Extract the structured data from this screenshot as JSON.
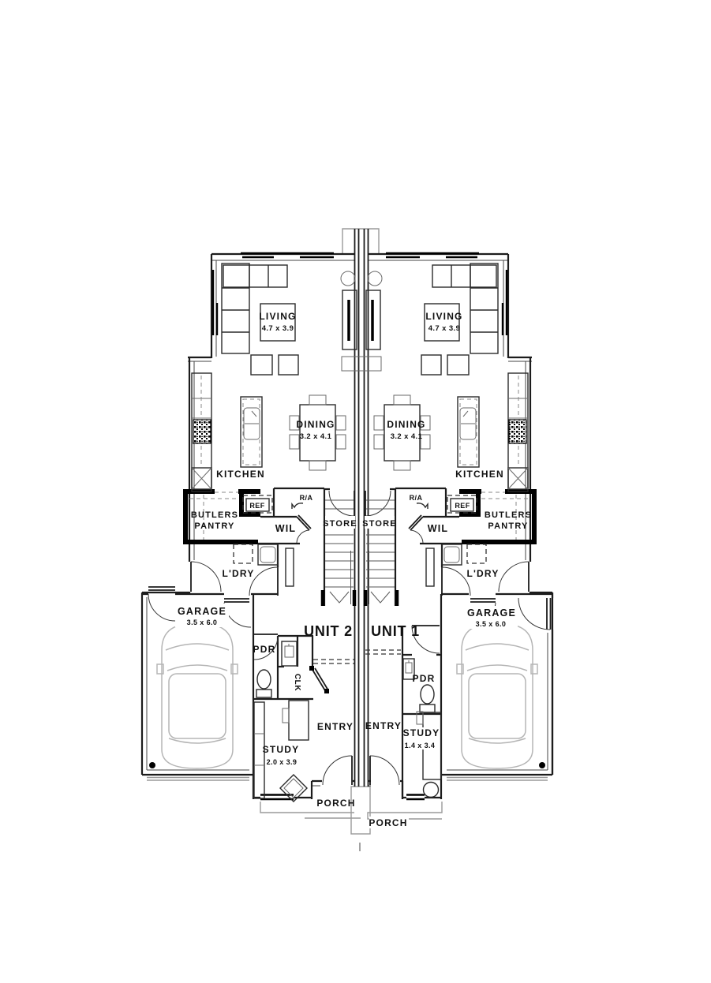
{
  "plan_title": "Duplex ground floor plan - Unit 1 and Unit 2",
  "units": {
    "unit2": {
      "name": "UNIT 2",
      "living": {
        "label": "LIVING",
        "dims": "4.7 x 3.9"
      },
      "dining": {
        "label": "DINING",
        "dims": "3.2 x 4.1"
      },
      "kitchen": "KITCHEN",
      "butlers_line1": "BUTLERS",
      "butlers_line2": "PANTRY",
      "ref": "REF",
      "return_air": "R/A",
      "wil": "WIL",
      "store": "STORE",
      "laundry": "L'DRY",
      "garage": {
        "label": "GARAGE",
        "dims": "3.5 x 6.0"
      },
      "pdr": "PDR",
      "clk": "CLK",
      "entry": "ENTRY",
      "study": {
        "label": "STUDY",
        "dims": "2.0 x 3.9"
      },
      "porch": "PORCH"
    },
    "unit1": {
      "name": "UNIT 1",
      "living": {
        "label": "LIVING",
        "dims": "4.7 x 3.9"
      },
      "dining": {
        "label": "DINING",
        "dims": "3.2 x 4.1"
      },
      "kitchen": "KITCHEN",
      "butlers_line1": "BUTLERS",
      "butlers_line2": "PANTRY",
      "ref": "REF",
      "return_air": "R/A",
      "wil": "WIL",
      "store": "STORE",
      "laundry": "L'DRY",
      "garage": {
        "label": "GARAGE",
        "dims": "3.5 x 6.0"
      },
      "pdr": "PDR",
      "entry": "ENTRY",
      "study": {
        "label": "STUDY",
        "dims": "1.4 x 3.4"
      },
      "porch": "PORCH"
    }
  },
  "colors": {
    "wall": "#1c1c1c",
    "light_gray": "#b5b5b5",
    "background": "#ffffff"
  }
}
